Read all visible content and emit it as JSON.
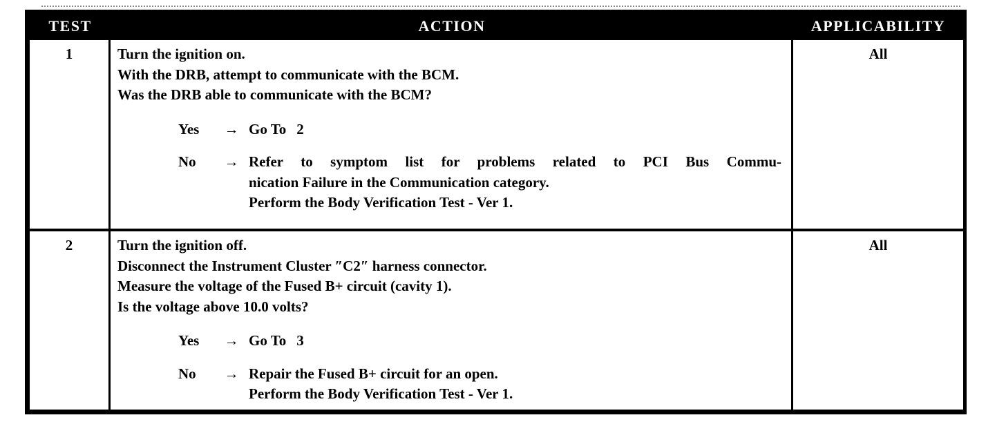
{
  "header": {
    "test": "TEST",
    "action": "ACTION",
    "applicability": "APPLICABILITY"
  },
  "rows": [
    {
      "test_number": "1",
      "applicability": "All",
      "action_lines": [
        "Turn the ignition on.",
        "With the DRB, attempt to communicate with the BCM.",
        "Was the DRB able to communicate with the BCM?"
      ],
      "yes": {
        "label": "Yes",
        "arrow": "→",
        "goto_label": "Go To",
        "goto_target": "2"
      },
      "no": {
        "label": "No",
        "arrow": "→",
        "lines": [
          "Refer to symptom list for problems related to PCI Bus Commu-",
          "nication Failure in the Communication category.",
          "Perform the Body Verification Test - Ver 1."
        ]
      }
    },
    {
      "test_number": "2",
      "applicability": "All",
      "action_lines": [
        "Turn the ignition off.",
        "Disconnect the Instrument Cluster ″C2″ harness connector.",
        "Measure the voltage of the Fused B+ circuit (cavity 1).",
        "Is the voltage above 10.0 volts?"
      ],
      "yes": {
        "label": "Yes",
        "arrow": "→",
        "goto_label": "Go To",
        "goto_target": "3"
      },
      "no": {
        "label": "No",
        "arrow": "→",
        "lines": [
          "Repair the Fused B+ circuit for an open.",
          "Perform the Body Verification Test - Ver 1."
        ]
      }
    }
  ],
  "colors": {
    "header_bg": "#000000",
    "header_text": "#ffffff",
    "body_text": "#000000",
    "background": "#ffffff"
  }
}
